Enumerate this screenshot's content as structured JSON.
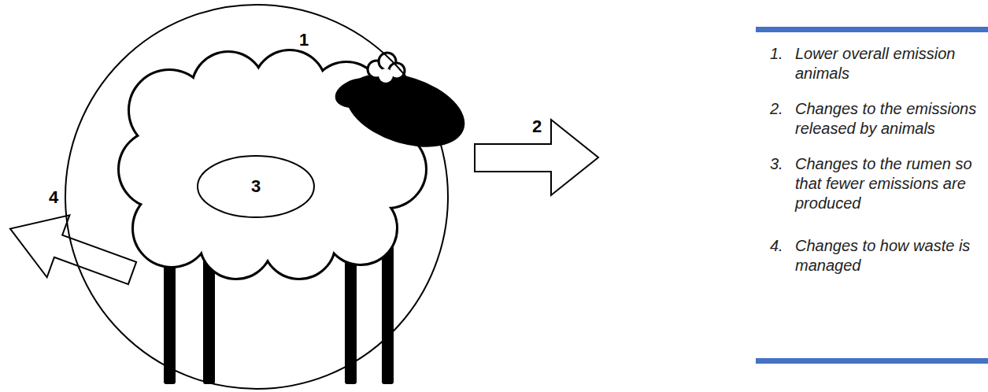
{
  "diagram": {
    "nodes": [
      {
        "text": [
          "1"
        ]
      },
      {
        "text": [
          "3"
        ],
        "in": 0
      }
    ],
    "labels": [
      "2",
      "4",
      "1.",
      "Lower overall emission animals",
      "2.",
      "Changes to the emissions released by animals",
      "3.",
      "Changes to the rumen so that fewer emissions are produced",
      "4.",
      "Changes to how waste is managed"
    ]
  }
}
